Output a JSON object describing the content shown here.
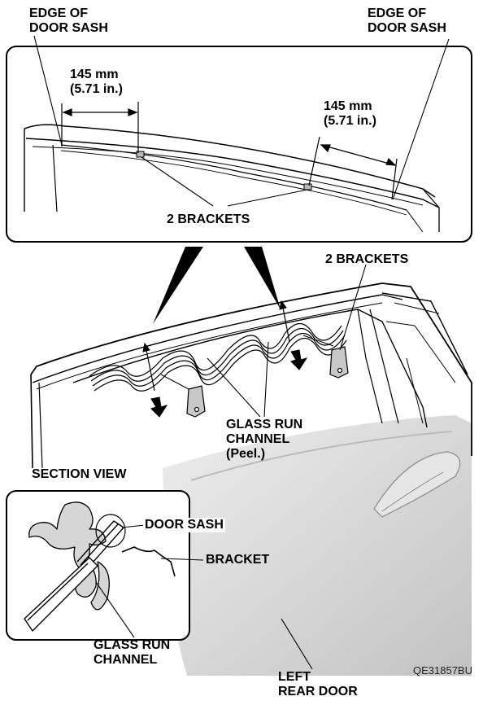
{
  "labels": {
    "edge_left_1": "EDGE OF",
    "edge_left_2": "DOOR SASH",
    "edge_right_1": "EDGE OF",
    "edge_right_2": "DOOR SASH",
    "dim_left_1": "145 mm",
    "dim_left_2": "(5.71 in.)",
    "dim_right_1": "145 mm",
    "dim_right_2": "(5.71 in.)",
    "brackets_detail": "2 BRACKETS",
    "brackets_main": "2 BRACKETS",
    "grc_main_1": "GLASS RUN",
    "grc_main_2": "CHANNEL",
    "grc_main_3": "(Peel.)",
    "section_view": "SECTION VIEW",
    "door_sash": "DOOR SASH",
    "bracket": "BRACKET",
    "grc_section_1": "GLASS RUN",
    "grc_section_2": "CHANNEL",
    "left_rear_door_1": "LEFT",
    "left_rear_door_2": "REAR DOOR",
    "figure_code": "QE31857BU"
  },
  "colors": {
    "line": "#000000",
    "door_panel": "#dcdcdc",
    "door_shadow": "#c4c4c4",
    "box_fill": "#ffffff"
  }
}
